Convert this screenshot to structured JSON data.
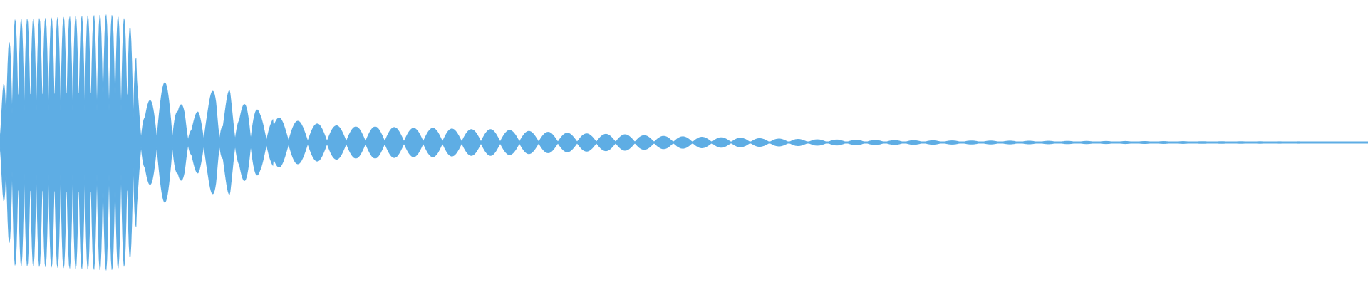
{
  "waveform": {
    "color": "#5eade4",
    "amplitude_envelope": [
      [
        0.0,
        0.15
      ],
      [
        0.004,
        0.62
      ],
      [
        0.01,
        0.94
      ],
      [
        0.08,
        0.98
      ],
      [
        0.094,
        0.94
      ],
      [
        0.1,
        0.62
      ],
      [
        0.106,
        0.26
      ],
      [
        0.115,
        0.43
      ],
      [
        0.125,
        0.48
      ],
      [
        0.13,
        0.26
      ],
      [
        0.135,
        0.33
      ],
      [
        0.14,
        0.14
      ],
      [
        0.145,
        0.26
      ],
      [
        0.152,
        0.32
      ],
      [
        0.158,
        0.46
      ],
      [
        0.163,
        0.18
      ],
      [
        0.168,
        0.45
      ],
      [
        0.175,
        0.22
      ],
      [
        0.182,
        0.38
      ],
      [
        0.19,
        0.22
      ],
      [
        0.198,
        0.18
      ],
      [
        0.205,
        0.19
      ],
      [
        0.215,
        0.17
      ],
      [
        0.225,
        0.15
      ],
      [
        0.235,
        0.14
      ],
      [
        0.245,
        0.13
      ],
      [
        0.26,
        0.12
      ],
      [
        0.28,
        0.12
      ],
      [
        0.3,
        0.11
      ],
      [
        0.32,
        0.11
      ],
      [
        0.34,
        0.1
      ],
      [
        0.36,
        0.1
      ],
      [
        0.38,
        0.09
      ],
      [
        0.4,
        0.08
      ],
      [
        0.42,
        0.07
      ],
      [
        0.44,
        0.065
      ],
      [
        0.46,
        0.06
      ],
      [
        0.48,
        0.05
      ],
      [
        0.5,
        0.045
      ],
      [
        0.52,
        0.04
      ],
      [
        0.54,
        0.035
      ],
      [
        0.56,
        0.03
      ],
      [
        0.58,
        0.026
      ],
      [
        0.6,
        0.022
      ],
      [
        0.62,
        0.02
      ],
      [
        0.65,
        0.017
      ],
      [
        0.7,
        0.014
      ],
      [
        0.75,
        0.012
      ],
      [
        0.8,
        0.01
      ],
      [
        0.85,
        0.009
      ],
      [
        0.9,
        0.008
      ],
      [
        0.95,
        0.007
      ],
      [
        1.0,
        0.006
      ]
    ]
  }
}
